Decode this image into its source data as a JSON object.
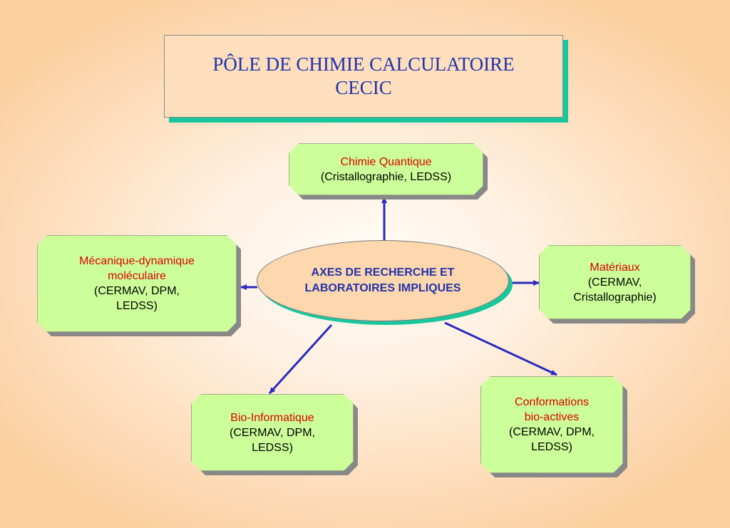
{
  "title": {
    "line1": "PÔLE DE CHIMIE CALCULATOIRE",
    "line2": "CECIC"
  },
  "center": {
    "line1": "AXES DE RECHERCHE ET",
    "line2": "LABORATOIRES IMPLIQUES"
  },
  "nodes": {
    "chimie_quantique": {
      "heading": [
        "Chimie Quantique"
      ],
      "labs": [
        "(Cristallographie, LEDSS)"
      ]
    },
    "mecanique": {
      "heading": [
        "Mécanique-dynamique",
        "moléculaire"
      ],
      "labs": [
        "(CERMAV, DPM,",
        "LEDSS)"
      ]
    },
    "materiaux": {
      "heading": [
        "Matériaux"
      ],
      "labs": [
        "(CERMAV,",
        "Cristallographie)"
      ]
    },
    "bio_informatique": {
      "heading": [
        "Bio-Informatique"
      ],
      "labs": [
        "(CERMAV, DPM,",
        "LEDSS)"
      ]
    },
    "conformations": {
      "heading": [
        "Conformations",
        "bio-actives"
      ],
      "labs": [
        "(CERMAV, DPM,",
        "LEDSS)"
      ]
    }
  },
  "colors": {
    "arrow": "#2a2ac0",
    "title_text": "#2233aa",
    "heading_text": "#dd0000",
    "node_fill": "#ccff99",
    "title_shadow": "#19c79d"
  }
}
